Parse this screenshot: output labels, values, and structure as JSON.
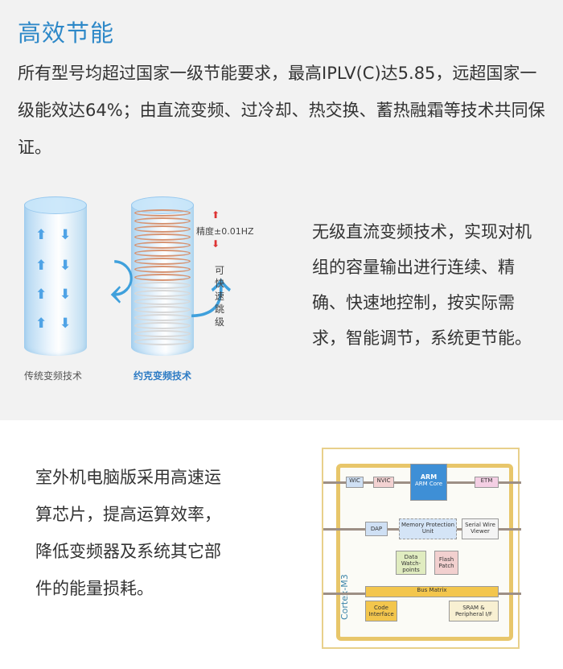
{
  "heading": "高效节能",
  "intro": "所有型号均超过国家一级节能要求，最高IPLV(C)达5.85，远超国家一级能效达64%；由直流变频、过冷却、热交换、蓄热融霜等技术共同保证。",
  "diagram": {
    "left_caption": "传统变频技术",
    "right_caption": "约克变频技术",
    "precision_label": "精度±0.01HZ",
    "vertical_label": "可快速跳级"
  },
  "section1_text": "无级直流变频技术，实现对机组的容量输出进行连续、精确、快速地控制，按实际需求，智能调节，系统更节能。",
  "section2_text": "室外机电脑版采用高速运算芯片，提高运算效率，降低变频器及系统其它部件的能量损耗。",
  "chip": {
    "side_label": "Cortex-M3",
    "blocks": {
      "wic": "WIC",
      "nvic": "NVIC",
      "arm_logo": "ARM",
      "arm_core": "ARM Core",
      "etm": "ETM",
      "dap": "DAP",
      "mpu": "Memory Protection Unit",
      "swv": "Serial Wire Viewer",
      "dwp": "Data Watch-points",
      "flash": "Flash Patch",
      "bus": "Bus Matrix",
      "code": "Code Interface",
      "sram": "SRAM & Peripheral I/F"
    }
  },
  "colors": {
    "accent": "#2d88c8",
    "coil": "#d69473",
    "chip_border": "#e8c66a"
  }
}
